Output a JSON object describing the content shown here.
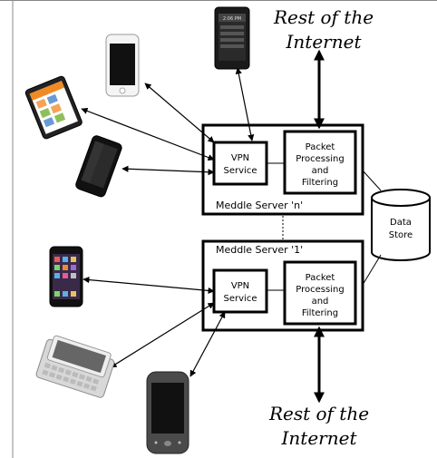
{
  "labels": {
    "internet_top": [
      "Rest of the",
      "Internet"
    ],
    "internet_bottom": [
      "Rest of the",
      "Internet"
    ],
    "server_n": "Meddle Server 'n'",
    "server_1": "Meddle Server '1'",
    "vpn_top": [
      "VPN",
      "Service"
    ],
    "vpn_bottom": [
      "VPN",
      "Service"
    ],
    "packet_top": [
      "Packet",
      "Processing",
      "and",
      "Filtering"
    ],
    "packet_bottom": [
      "Packet",
      "Processing",
      "and",
      "Filtering"
    ],
    "data_store": [
      "Data",
      "Store"
    ],
    "phone_clock": "2:06 PM"
  },
  "devices": [
    {
      "name": "device-phone-top-black-icon",
      "icon": "smartphone-black"
    },
    {
      "name": "device-phone-white-icon",
      "icon": "smartphone-white"
    },
    {
      "name": "device-tablet-orange-icon",
      "icon": "tablet"
    },
    {
      "name": "device-phone-dark-icon",
      "icon": "smartphone-dark"
    },
    {
      "name": "device-ios-homescreen-icon",
      "icon": "smartphone-apps"
    },
    {
      "name": "device-slider-keyboard-icon",
      "icon": "slider-phone"
    },
    {
      "name": "device-nexus-one-icon",
      "icon": "smartphone-android"
    }
  ]
}
